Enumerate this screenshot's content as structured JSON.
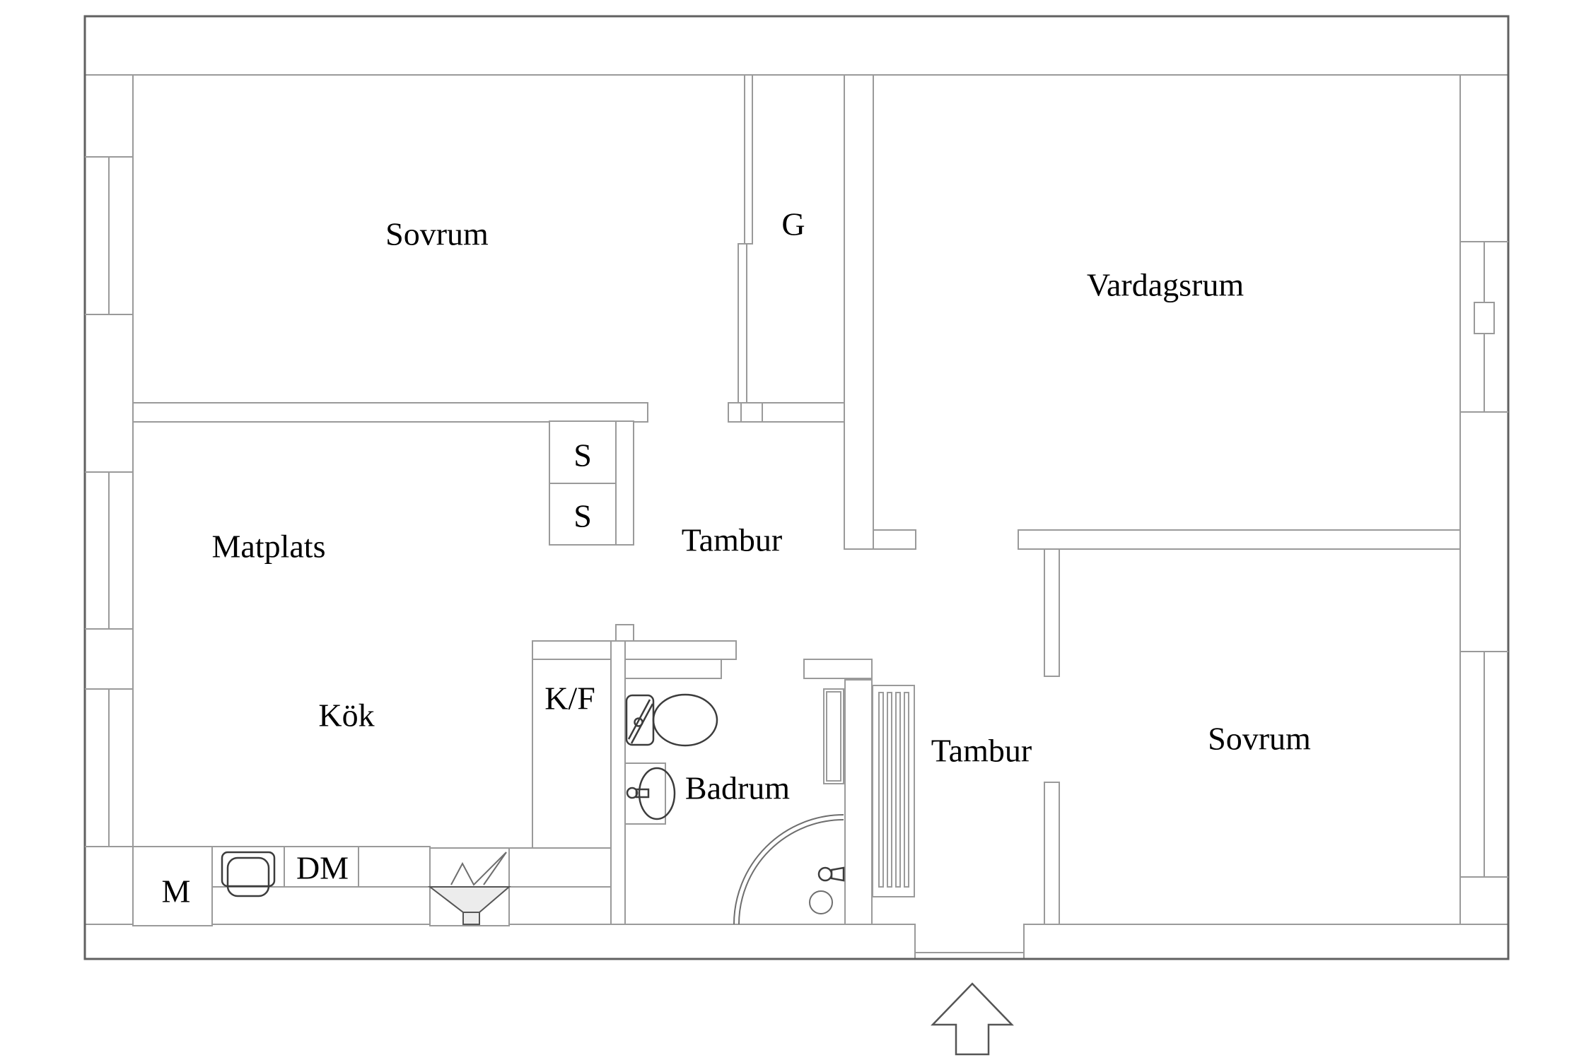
{
  "document": {
    "type": "apartment-floor-plan",
    "language": "Swedish",
    "background": "#ffffff"
  },
  "colors": {
    "wall_line": "#9a9a9a",
    "outer_line": "#606060",
    "fixture_line": "#3c3c3c",
    "shade_fill": "#ececec",
    "text": "#000000"
  },
  "labels": {
    "sovrum_top": "Sovrum",
    "garderob": "G",
    "vardagsrum": "Vardagsrum",
    "matplats": "Matplats",
    "closet_top": "S",
    "closet_bottom": "S",
    "tambur_upper": "Tambur",
    "kok": "Kök",
    "kyl_frys": "K/F",
    "badrum": "Badrum",
    "tambur_lower": "Tambur",
    "sovrum_right": "Sovrum",
    "diskmaskin": "DM",
    "maskin": "M"
  },
  "symbols": [
    "entrance-arrow",
    "window",
    "radiator",
    "toilet",
    "washbasin",
    "shower-corner",
    "floor-drain",
    "kitchen-sink",
    "stove",
    "countertop"
  ]
}
